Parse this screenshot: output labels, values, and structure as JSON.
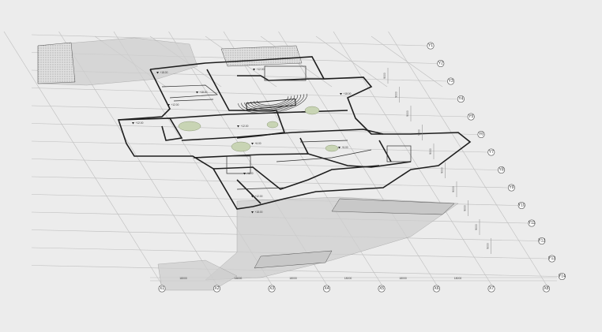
{
  "drawing": {
    "row_axes": [
      "Y1",
      "Y2",
      "Y3",
      "Y4",
      "Y5",
      "Y6",
      "Y7",
      "Y8",
      "Y9",
      "Y10",
      "Y11",
      "Y12",
      "Y13",
      "Y14"
    ],
    "column_axes": [
      "X1",
      "X2",
      "X3",
      "X4",
      "X5",
      "X6",
      "X7",
      "X8"
    ],
    "column_dimensions": [
      "18000",
      "18000",
      "18000",
      "18000",
      "18000",
      "18000"
    ],
    "row_dimensions": [
      "9000",
      "9000",
      "9000",
      "9000",
      "9000",
      "9000",
      "9000",
      "9000",
      "9000",
      "9000"
    ],
    "level_marks": [
      "+18.00",
      "+12.00",
      "+18.00",
      "+12.00",
      "+18.00",
      "+12.00",
      "+12.00",
      "+6.00",
      "+6.00",
      "+6.00",
      "+12.00",
      "+18.00"
    ]
  }
}
